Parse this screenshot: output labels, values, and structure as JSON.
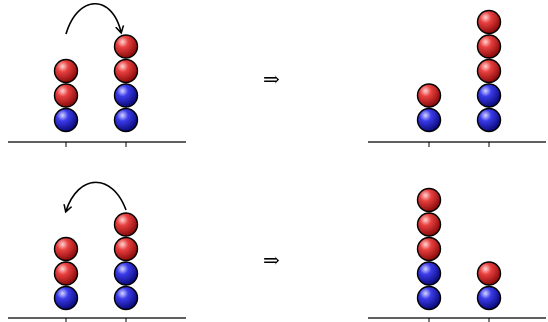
{
  "colors": {
    "red_ball": "#d7191c",
    "blue_ball": "#1f1fd6",
    "ink": "#000000"
  },
  "implies_symbol": "⇒",
  "panels": [
    {
      "name": "top",
      "before": {
        "left_stack": [
          "blue",
          "red",
          "red"
        ],
        "right_stack": [
          "blue",
          "blue",
          "red",
          "red"
        ]
      },
      "move": {
        "from": "left",
        "to": "right",
        "count": 1
      },
      "after": {
        "left_stack": [
          "blue",
          "red"
        ],
        "right_stack": [
          "blue",
          "blue",
          "red",
          "red",
          "red"
        ]
      }
    },
    {
      "name": "bottom",
      "before": {
        "left_stack": [
          "blue",
          "red",
          "red"
        ],
        "right_stack": [
          "blue",
          "blue",
          "red",
          "red"
        ]
      },
      "move": {
        "from": "right",
        "to": "left",
        "count": 2
      },
      "after": {
        "left_stack": [
          "blue",
          "blue",
          "red",
          "red",
          "red"
        ],
        "right_stack": [
          "blue",
          "red"
        ]
      }
    }
  ]
}
